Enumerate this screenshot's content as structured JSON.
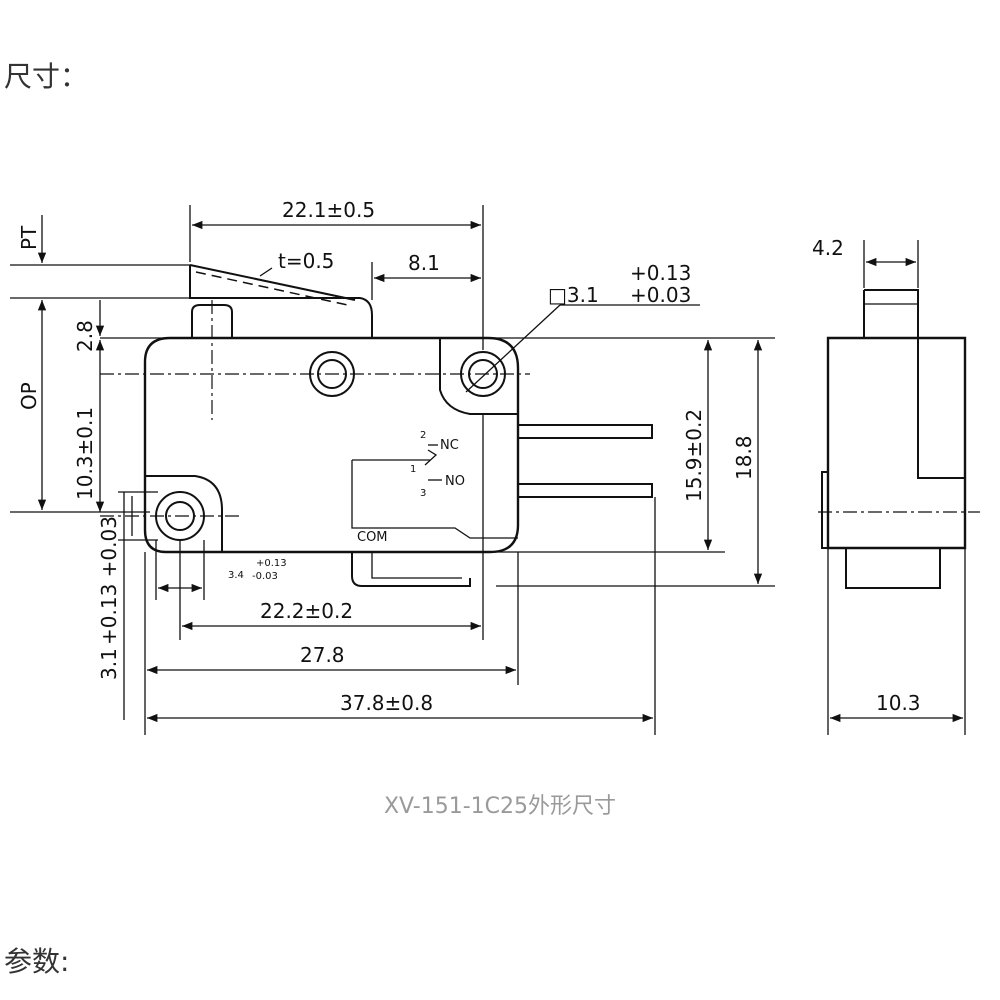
{
  "headings": {
    "size": "尺寸：",
    "params": "参数:"
  },
  "caption": "XV-151-1C25外形尺寸",
  "dimensions": {
    "overall_top": "22.1±0.5",
    "t": "t=0.5",
    "gap_81": "8.1",
    "hole_size_main": "□3.1",
    "hole_tol_plus": "+0.13",
    "hole_tol_minus": "+0.03",
    "pt": "PT",
    "op": "OP",
    "d28": "2.8",
    "d103": "10.3±0.1",
    "d159": "15.9±0.2",
    "d188": "18.8",
    "left_hole_main": "3.1",
    "left_hole_tol": "+0.13 +0.03",
    "small_main": "3.4",
    "small_plus": "+0.13",
    "small_minus": "-0.03",
    "d222": "22.2±0.2",
    "d278": "27.8",
    "d378": "37.8±0.8",
    "side_top": "4.2",
    "side_bottom": "10.3"
  },
  "terminals": {
    "nc": "NC",
    "no": "NO",
    "com": "COM",
    "n1": "1",
    "n2": "2",
    "n3": "3"
  }
}
